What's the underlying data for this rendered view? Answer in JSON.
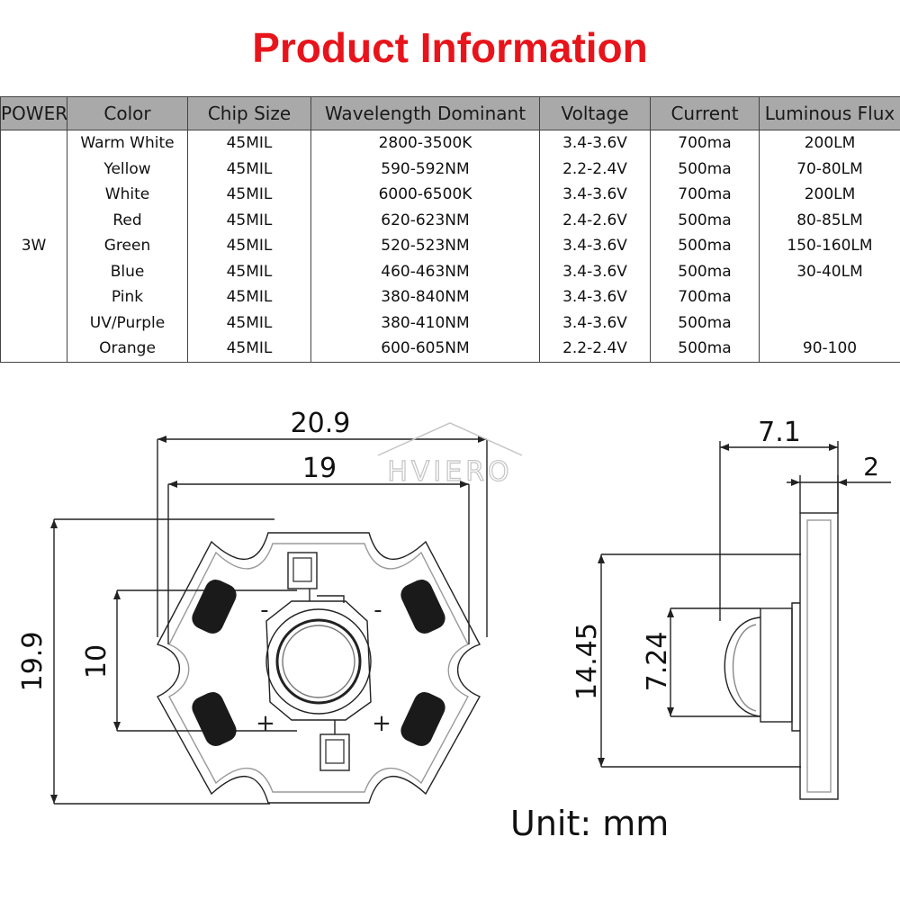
{
  "title": "Product Information",
  "colors": {
    "title": "#e8141b",
    "header_bg": "#a9a9a9",
    "line": "#222222",
    "watermark": "#c4c4c4"
  },
  "table": {
    "headers": [
      "POWER",
      "Color",
      "Chip Size",
      "Wavelength Dominant",
      "Voltage",
      "Current",
      "Luminous Flux"
    ],
    "power": "3W",
    "rows": [
      [
        "Warm White",
        "45MIL",
        "2800-3500K",
        "3.4-3.6V",
        "700ma",
        "200LM"
      ],
      [
        "Yellow",
        "45MIL",
        "590-592NM",
        "2.2-2.4V",
        "500ma",
        "70-80LM"
      ],
      [
        "White",
        "45MIL",
        "6000-6500K",
        "3.4-3.6V",
        "700ma",
        "200LM"
      ],
      [
        "Red",
        "45MIL",
        "620-623NM",
        "2.4-2.6V",
        "500ma",
        "80-85LM"
      ],
      [
        "Green",
        "45MIL",
        "520-523NM",
        "3.4-3.6V",
        "500ma",
        "150-160LM"
      ],
      [
        "Blue",
        "45MIL",
        "460-463NM",
        "3.4-3.6V",
        "500ma",
        "30-40LM"
      ],
      [
        "Pink",
        "45MIL",
        "380-840NM",
        "3.4-3.6V",
        "700ma",
        ""
      ],
      [
        "UV/Purple",
        "45MIL",
        "380-410NM",
        "3.4-3.6V",
        "500ma",
        ""
      ],
      [
        "Orange",
        "45MIL",
        "600-605NM",
        "2.2-2.4V",
        "500ma",
        "90-100"
      ]
    ]
  },
  "dimensions": {
    "total_width": "20.9",
    "inner_width": "19",
    "total_height": "19.9",
    "pad_spacing": "10",
    "side_depth": "7.1",
    "board_thickness": "2",
    "side_height": "14.45",
    "lens_height": "7.24"
  },
  "polarity": {
    "minus": "-",
    "plus": "+"
  },
  "watermark": "HVIERO",
  "unit_label": "Unit: mm"
}
